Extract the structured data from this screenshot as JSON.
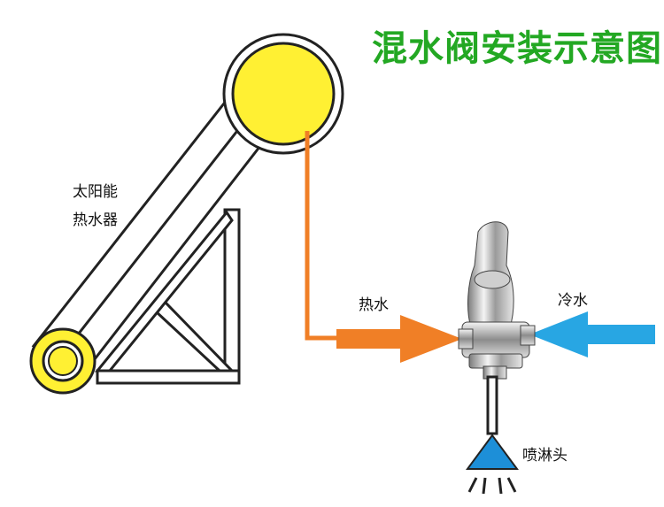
{
  "title": "混水阀安装示意图",
  "labels": {
    "heater_line1": "太阳能",
    "heater_line2": "热水器",
    "hot_water": "热水",
    "cold_water": "冷水",
    "shower_head": "喷淋头"
  },
  "colors": {
    "title": "#23a823",
    "tank_fill": "#fff033",
    "hot_pipe": "#f07f26",
    "cold_pipe": "#28a6e3",
    "shower_head": "#1d8fd8",
    "frame_line": "#222222"
  }
}
